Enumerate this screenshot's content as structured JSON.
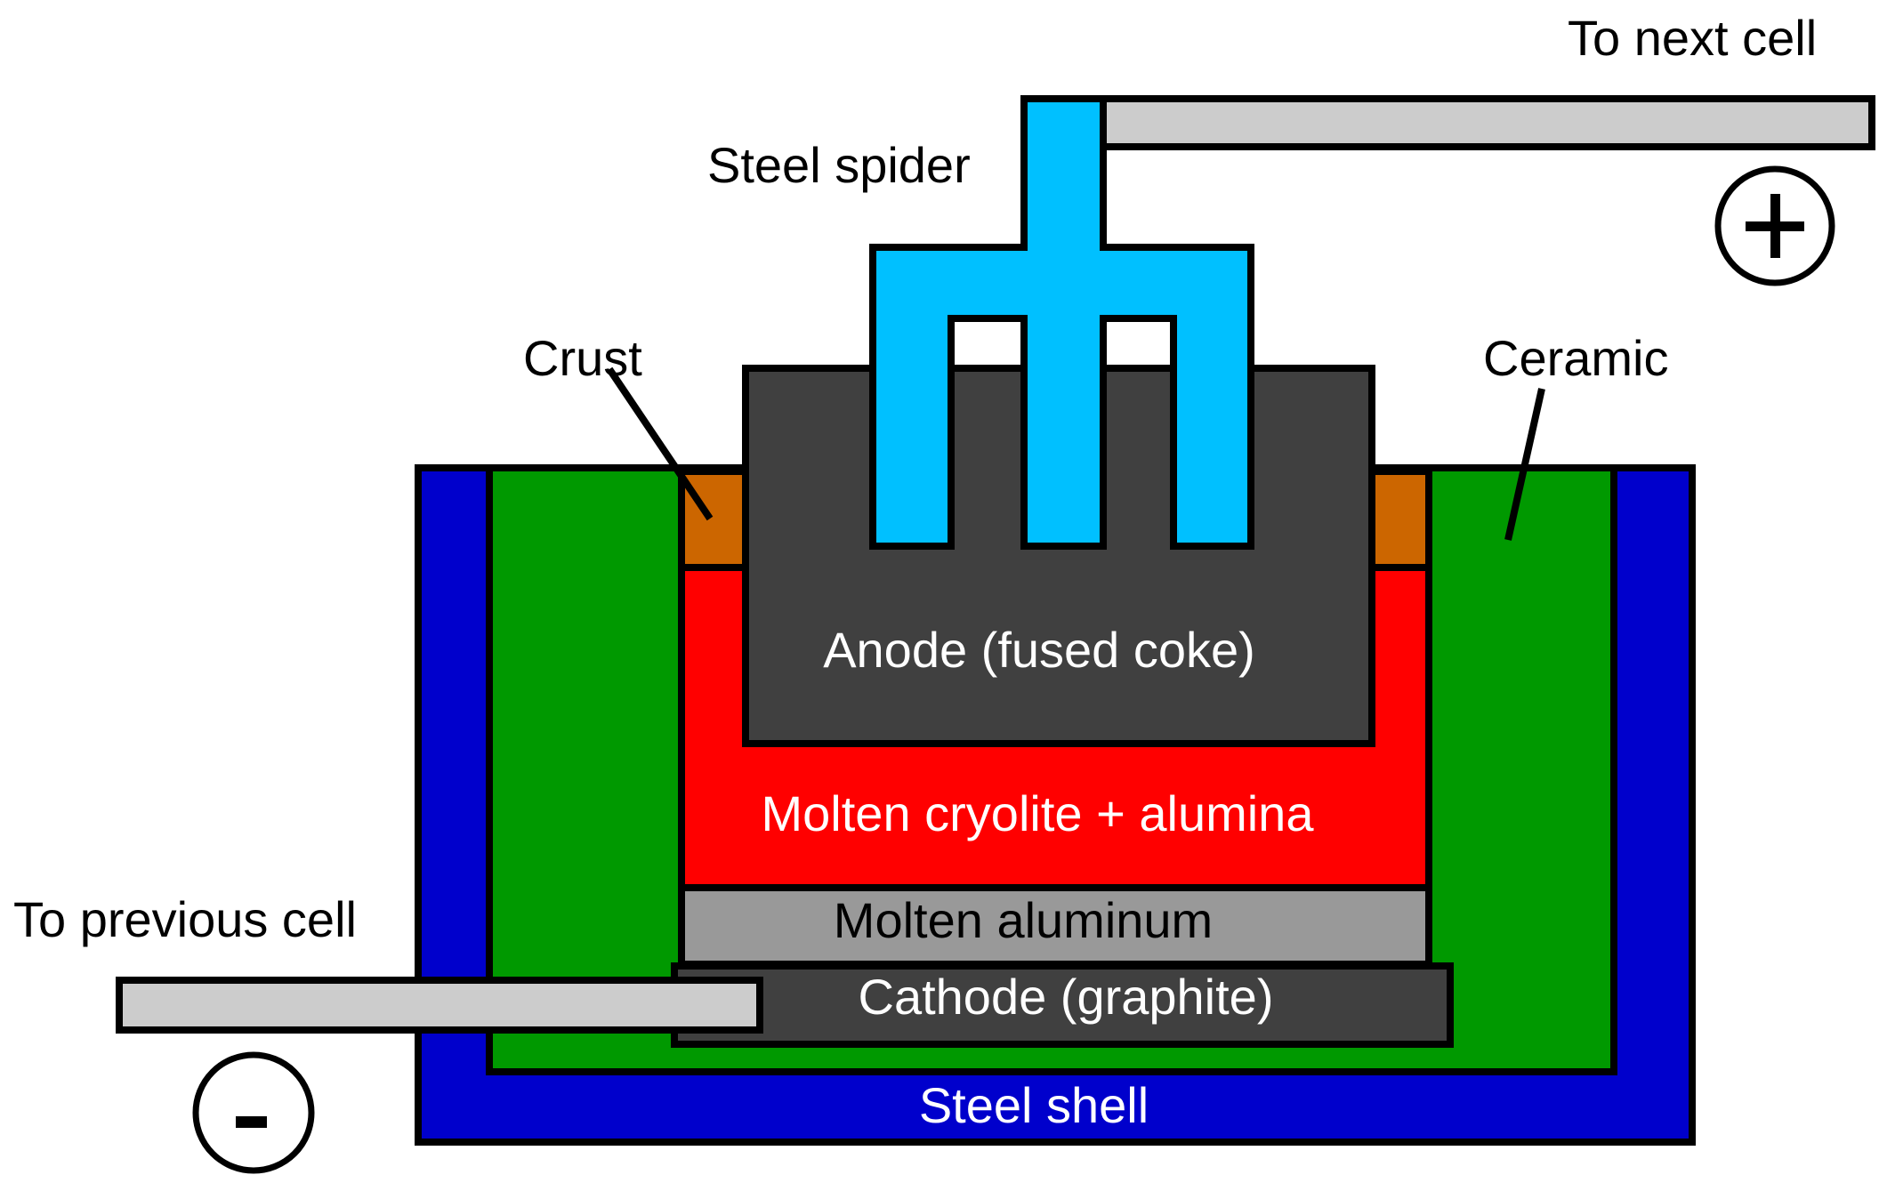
{
  "title": "Hall-Héroult aluminum reduction cell",
  "labels": {
    "to_next_cell": "To next cell",
    "to_previous_cell": "To previous cell",
    "steel_spider": "Steel spider",
    "crust": "Crust",
    "ceramic": "Ceramic",
    "anode": "Anode (fused coke)",
    "electrolyte": "Molten cryolite + alumina",
    "molten_aluminum": "Molten aluminum",
    "cathode": "Cathode (graphite)",
    "steel_shell": "Steel shell",
    "positive_symbol": "+",
    "negative_symbol": "-"
  },
  "colors": {
    "steel_shell": "#0000cc",
    "ceramic": "#009900",
    "crust": "#cc6600",
    "electrolyte": "#ff0000",
    "molten_aluminum": "#999999",
    "anode": "#404040",
    "cathode": "#404040",
    "steel_spider": "#00c0ff",
    "bus_bar": "#cccccc",
    "outline": "#000000"
  }
}
